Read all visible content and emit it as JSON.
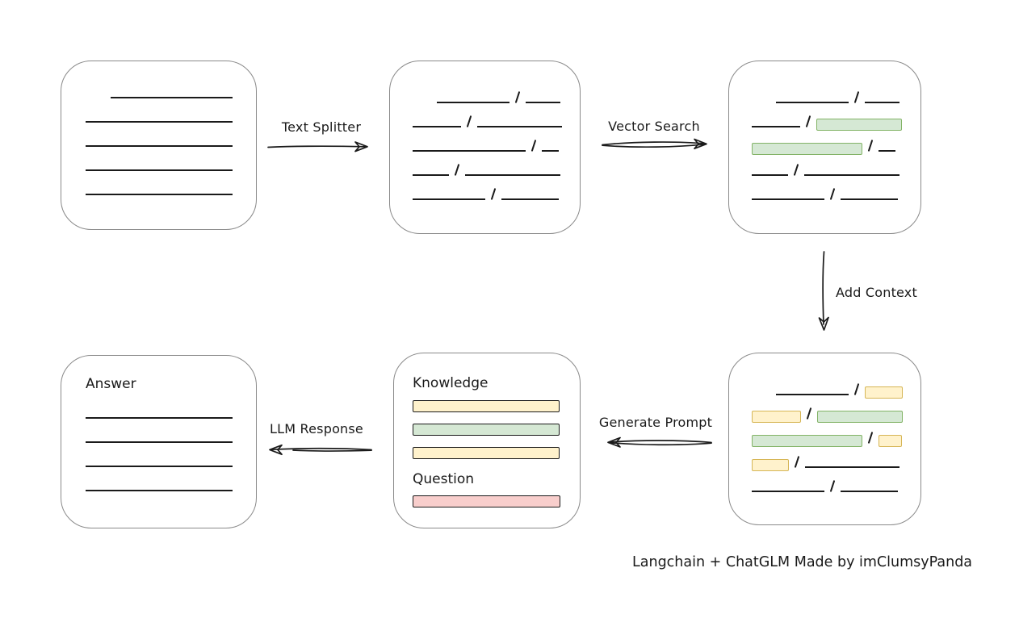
{
  "caption": "Langchain + ChatGLM Made by imClumsyPanda",
  "labels": {
    "text_splitter": "Text Splitter",
    "vector_search": "Vector Search",
    "add_context": "Add Context",
    "generate_prompt": "Generate Prompt",
    "llm_response": "LLM Response",
    "knowledge": "Knowledge",
    "question": "Question",
    "answer": "Answer"
  },
  "colors": {
    "line": "#1a1a1a",
    "box_stroke": "#8a8a8a",
    "green_fill": "#d5e8d4",
    "green_stroke": "#82b366",
    "yellow_fill": "#fff2cc",
    "yellow_stroke": "#d6b656",
    "red_fill": "#f8cecc",
    "red_stroke": "#b85450"
  },
  "document_box": {
    "lines": [
      {
        "indent": 31,
        "w": 151
      },
      {
        "indent": 0,
        "w": 182
      },
      {
        "indent": 0,
        "w": 182
      },
      {
        "indent": 0,
        "w": 182
      },
      {
        "indent": 0,
        "w": 182
      }
    ]
  },
  "split_chunks_box": {
    "rows": [
      {
        "indent": 30,
        "segments": [
          [
            "line",
            90
          ],
          [
            "line",
            43
          ]
        ]
      },
      {
        "indent": 0,
        "segments": [
          [
            "line",
            60
          ],
          [
            "line",
            105
          ]
        ]
      },
      {
        "indent": 0,
        "segments": [
          [
            "line",
            140
          ],
          [
            "line",
            21
          ]
        ]
      },
      {
        "indent": 0,
        "segments": [
          [
            "line",
            45
          ],
          [
            "line",
            118
          ]
        ]
      },
      {
        "indent": 0,
        "segments": [
          [
            "line",
            90
          ],
          [
            "line",
            71
          ]
        ]
      }
    ]
  },
  "matched_chunks_box": {
    "rows": [
      {
        "indent": 30,
        "segments": [
          [
            "line",
            90
          ],
          [
            "line",
            43
          ]
        ]
      },
      {
        "indent": 0,
        "segments": [
          [
            "line",
            60
          ],
          [
            "green",
            104
          ]
        ]
      },
      {
        "indent": 0,
        "segments": [
          [
            "green",
            135
          ],
          [
            "line",
            21
          ]
        ]
      },
      {
        "indent": 0,
        "segments": [
          [
            "line",
            45
          ],
          [
            "line",
            118
          ]
        ]
      },
      {
        "indent": 0,
        "segments": [
          [
            "line",
            90
          ],
          [
            "line",
            71
          ]
        ]
      }
    ]
  },
  "context_chunks_box": {
    "rows": [
      {
        "indent": 30,
        "segments": [
          [
            "line",
            90
          ],
          [
            "yellow",
            45
          ]
        ]
      },
      {
        "indent": 0,
        "segments": [
          [
            "yellow",
            59
          ],
          [
            "green",
            104
          ]
        ]
      },
      {
        "indent": 0,
        "segments": [
          [
            "green",
            135
          ],
          [
            "yellow",
            27
          ]
        ]
      },
      {
        "indent": 0,
        "segments": [
          [
            "yellow",
            44
          ],
          [
            "line",
            117
          ]
        ]
      },
      {
        "indent": 0,
        "segments": [
          [
            "line",
            90
          ],
          [
            "line",
            71
          ]
        ]
      }
    ]
  },
  "prompt_box": {
    "knowledge_bars": [
      {
        "color": "yellow",
        "w": 180
      },
      {
        "color": "green",
        "w": 180
      },
      {
        "color": "yellow",
        "w": 180
      }
    ],
    "question_bars": [
      {
        "color": "red",
        "w": 181
      }
    ]
  },
  "answer_box": {
    "lines": [
      {
        "indent": 0,
        "w": 182
      },
      {
        "indent": 0,
        "w": 182
      },
      {
        "indent": 0,
        "w": 182
      },
      {
        "indent": 0,
        "w": 182
      }
    ]
  }
}
